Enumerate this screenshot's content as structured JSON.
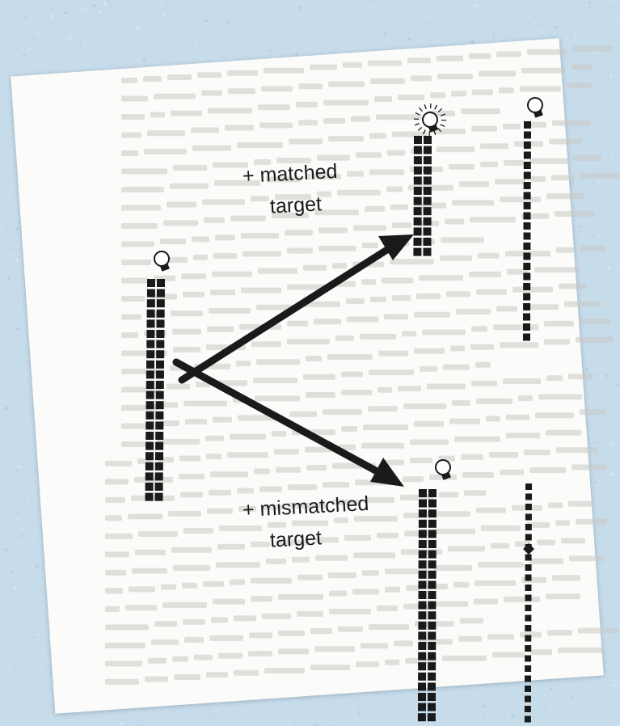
{
  "labels": {
    "matched_line1": "+ matched",
    "matched_line2": "target",
    "mismatched_line1": "+ mismatched",
    "mismatched_line2": "target"
  },
  "colors": {
    "background": "#c7dceb",
    "paper": "#fbfbf9",
    "ink": "#1a1a1a",
    "faded_text": "#c9c9c4"
  },
  "icons": [
    "light-bulb-icon"
  ]
}
